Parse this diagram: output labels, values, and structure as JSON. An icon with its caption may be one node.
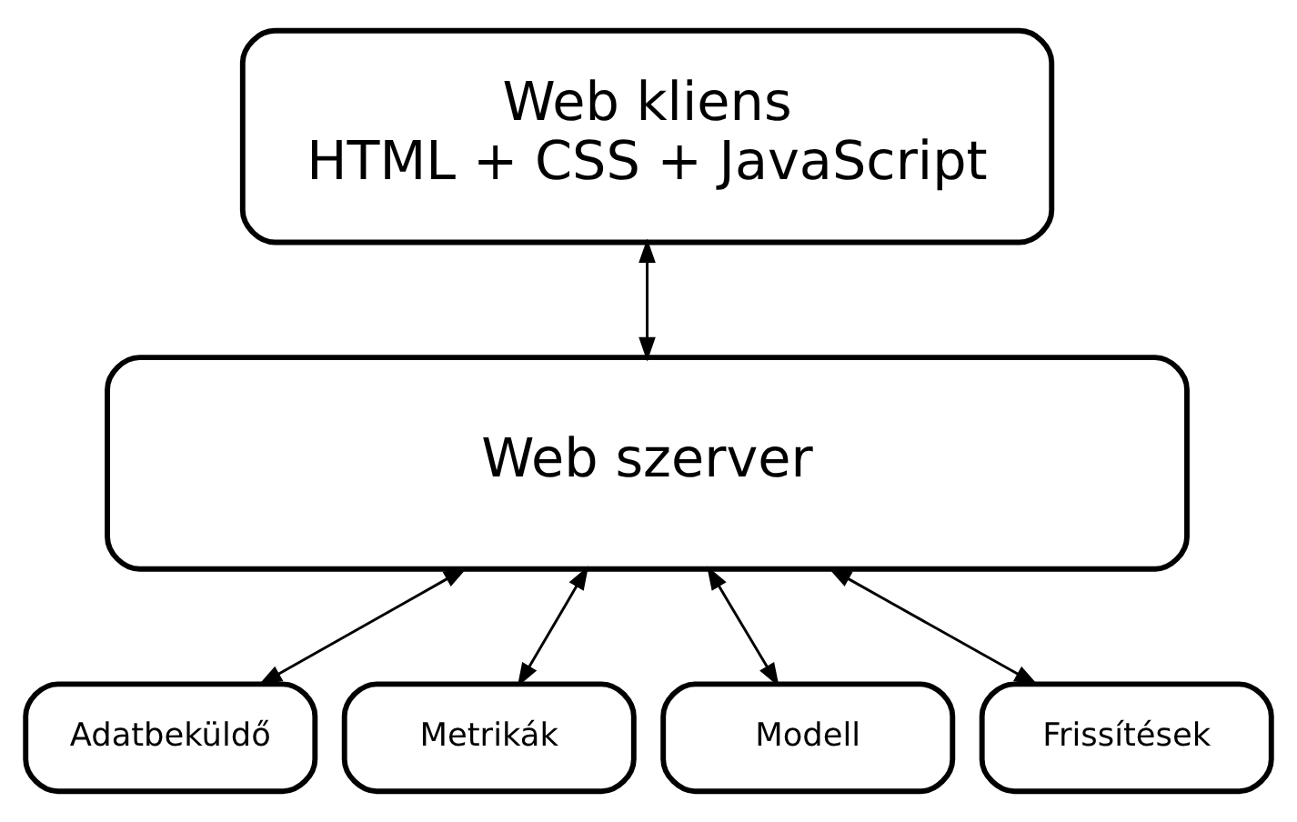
{
  "diagram": {
    "nodes": [
      {
        "text": [
          "Web kliens",
          "HTML + CSS + JavaScript"
        ]
      },
      {
        "text": [
          "Web szerver"
        ]
      },
      {
        "text": [
          "Adatbeküldő"
        ]
      },
      {
        "text": [
          "Metrikák"
        ]
      },
      {
        "text": [
          "Modell"
        ]
      },
      {
        "text": [
          "Frissítések"
        ]
      }
    ],
    "edges": [
      {
        "from": 0,
        "to": 1,
        "arrow": "both"
      },
      {
        "from": 1,
        "to": 2,
        "arrow": "both"
      },
      {
        "from": 1,
        "to": 3,
        "arrow": "both"
      },
      {
        "from": 1,
        "to": 4,
        "arrow": "both"
      },
      {
        "from": 1,
        "to": 5,
        "arrow": "both"
      }
    ]
  }
}
